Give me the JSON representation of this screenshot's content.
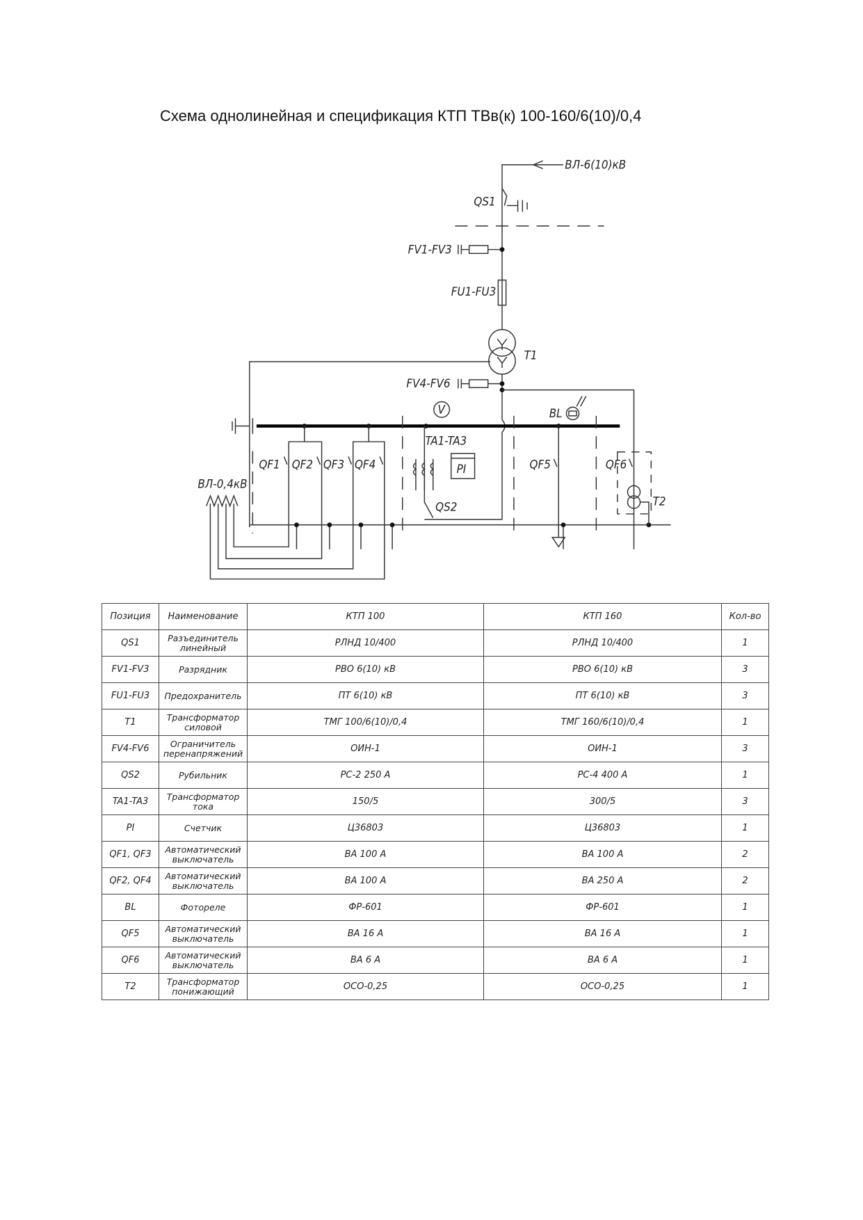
{
  "title": "Схема однолинейная и спецификация КТП ТВв(к) 100-160/6(10)/0,4",
  "diagram": {
    "labels": {
      "hv_line": "ВЛ-6(10)кВ",
      "qs1": "QS1",
      "fv1_fv3": "FV1-FV3",
      "fu1_fu3": "FU1-FU3",
      "t1": "T1",
      "fv4_fv6": "FV4-FV6",
      "v": "V",
      "bl": "BL",
      "ta1_ta3": "TA1-TA3",
      "pi": "PI",
      "qs2": "QS2",
      "qf1": "QF1",
      "qf2": "QF2",
      "qf3": "QF3",
      "qf4": "QF4",
      "qf5": "QF5",
      "qf6": "QF6",
      "t2": "T2",
      "lv_line": "ВЛ-0,4кВ"
    }
  },
  "table": {
    "headers": [
      "Позиция",
      "Наименование",
      "КТП 100",
      "КТП 160",
      "Кол-во"
    ],
    "rows": [
      [
        "QS1",
        "Разъединитель линейный",
        "РЛНД 10/400",
        "РЛНД 10/400",
        "1"
      ],
      [
        "FV1-FV3",
        "Разрядник",
        "РВО 6(10) кВ",
        "РВО 6(10) кВ",
        "3"
      ],
      [
        "FU1-FU3",
        "Предохранитель",
        "ПТ 6(10) кВ",
        "ПТ 6(10) кВ",
        "3"
      ],
      [
        "T1",
        "Трансформатор силовой",
        "ТМГ 100/6(10)/0,4",
        "ТМГ 160/6(10)/0,4",
        "1"
      ],
      [
        "FV4-FV6",
        "Ограничитель перенапряжений",
        "ОИН-1",
        "ОИН-1",
        "3"
      ],
      [
        "QS2",
        "Рубильник",
        "РС-2 250 А",
        "РС-4 400 А",
        "1"
      ],
      [
        "TA1-TA3",
        "Трансформатор тока",
        "150/5",
        "300/5",
        "3"
      ],
      [
        "PI",
        "Счетчик",
        "Ц36803",
        "Ц36803",
        "1"
      ],
      [
        "QF1, QF3",
        "Автоматический выключатель",
        "ВА 100 А",
        "ВА 100 А",
        "2"
      ],
      [
        "QF2, QF4",
        "Автоматический выключатель",
        "ВА 100 А",
        "ВА 250 А",
        "2"
      ],
      [
        "BL",
        "Фотореле",
        "ФР-601",
        "ФР-601",
        "1"
      ],
      [
        "QF5",
        "Автоматический выключатель",
        "ВА 16 А",
        "ВА 16 А",
        "1"
      ],
      [
        "QF6",
        "Автоматический выключатель",
        "ВА 6 А",
        "ВА 6 А",
        "1"
      ],
      [
        "T2",
        "Трансформатор понижающий",
        "ОСО-0,25",
        "ОСО-0,25",
        "1"
      ]
    ]
  }
}
